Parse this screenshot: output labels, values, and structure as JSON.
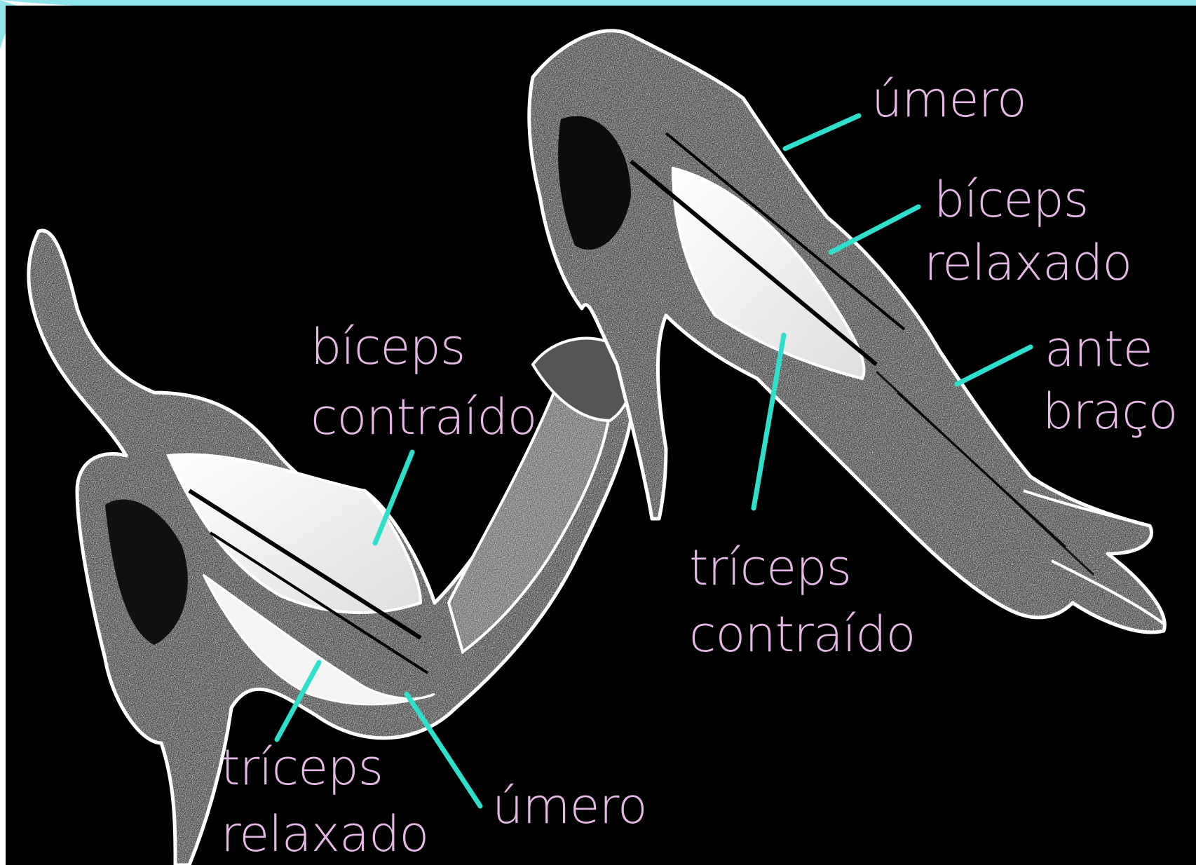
{
  "labels": {
    "umero_right": "úmero",
    "biceps_relaxado_1": "bíceps",
    "biceps_relaxado_2": "relaxado",
    "antebraco_1": "ante",
    "antebraco_2": "braço",
    "biceps_contraido_1": "bíceps",
    "biceps_contraido_2": "contraído",
    "triceps_contraido_1": "tríceps",
    "triceps_contraido_2": "contraído",
    "triceps_relaxado_1": "tríceps",
    "triceps_relaxado_2": "relaxado",
    "umero_left": "úmero"
  },
  "colors": {
    "background": "#000000",
    "label_text": "#e6b8e6",
    "pointer": "#2ee0cc",
    "border_decoration": "#8fe3ea"
  }
}
